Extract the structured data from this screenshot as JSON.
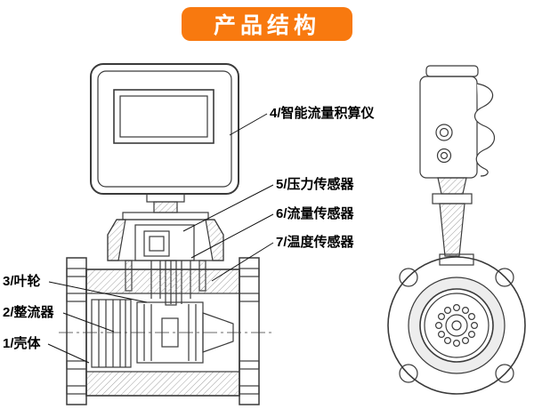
{
  "title": "产品结构",
  "colors": {
    "banner": "#f8790f",
    "line": "#3a3a3a",
    "leader": "#111111"
  },
  "labels": {
    "totalizer": "4/智能流量积算仪",
    "pressure": "5/压力传感器",
    "flow": "6/流量传感器",
    "temperature": "7/温度传感器",
    "impeller": "3/叶轮",
    "rectifier": "2/整流器",
    "shell": "1/壳体"
  }
}
